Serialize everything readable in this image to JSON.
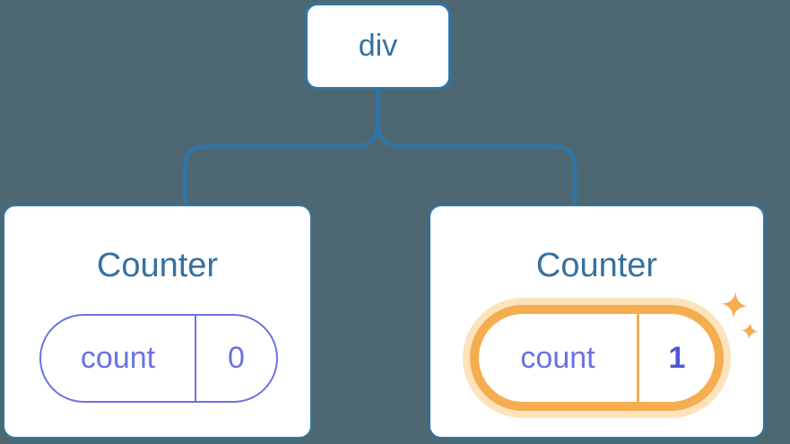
{
  "colors": {
    "bg": "#4d6872",
    "line": "#2e76a8",
    "nodeText": "#36719e",
    "card": "#ffffff",
    "purple": "#6c71e0",
    "purpleStrong": "#5457d0",
    "orange": "#f6ad4f",
    "orangeGlow": "#fce3bb"
  },
  "icons": {
    "sparkles": "four-point-stars"
  },
  "tree": {
    "root": {
      "label": "div"
    },
    "children": [
      {
        "title": "Counter",
        "state": {
          "key": "count",
          "value": "0"
        },
        "highlighted": false
      },
      {
        "title": "Counter",
        "state": {
          "key": "count",
          "value": "1"
        },
        "highlighted": true
      }
    ]
  }
}
